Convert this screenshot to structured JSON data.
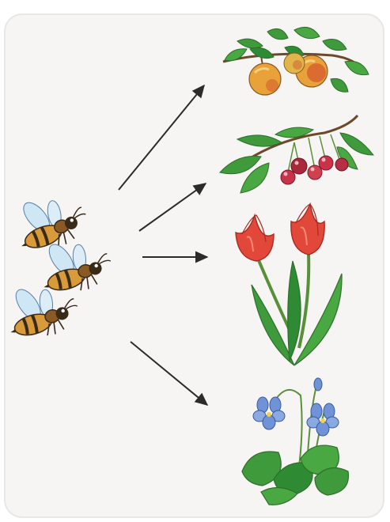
{
  "diagram": {
    "source": {
      "name": "bees",
      "count": 3
    },
    "targets": [
      {
        "name": "apples"
      },
      {
        "name": "cherries"
      },
      {
        "name": "tulips"
      },
      {
        "name": "violets"
      }
    ],
    "colors": {
      "paper": "#f6f5f4",
      "frame": "#e8e7e5",
      "arrow": "#2b2b2b",
      "bee_body": "#d99a3a",
      "bee_stripe": "#3a2a18",
      "bee_wing": "#cfe6f4",
      "leaf": "#3f9a3c",
      "leaf_dark": "#2f6e2b",
      "apple": "#e9a23a",
      "apple_blush": "#d0472c",
      "cherry": "#c9334a",
      "tulip": "#e2483a",
      "tulip_dark": "#a82a22",
      "violet": "#6f93d6",
      "stem": "#5a8f3a"
    }
  }
}
